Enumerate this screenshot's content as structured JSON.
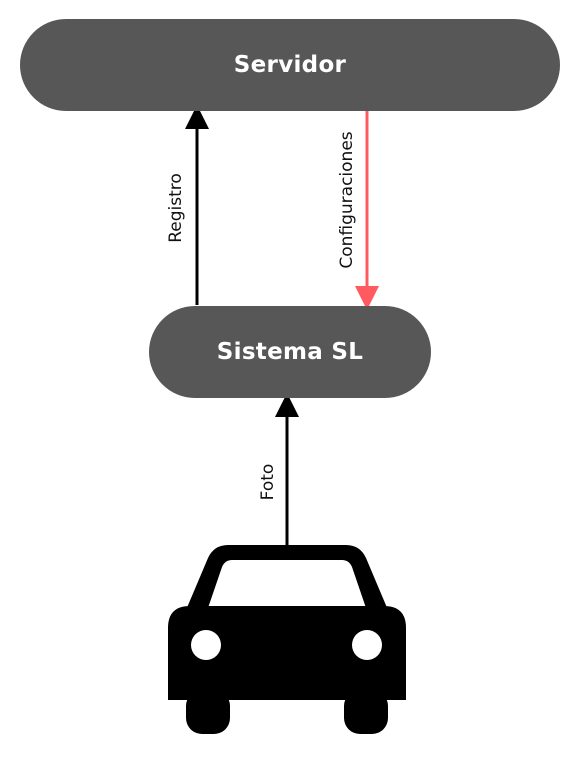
{
  "nodes": {
    "server": "Servidor",
    "sistema": "Sistema SL"
  },
  "edges": {
    "registro": {
      "label": "Registro",
      "color": "#000000"
    },
    "configuraciones": {
      "label": "Configuraciones",
      "color": "#ff5a5f"
    },
    "foto": {
      "label": "Foto",
      "color": "#000000"
    }
  },
  "icons": {
    "vehicle": "car-front-icon"
  }
}
